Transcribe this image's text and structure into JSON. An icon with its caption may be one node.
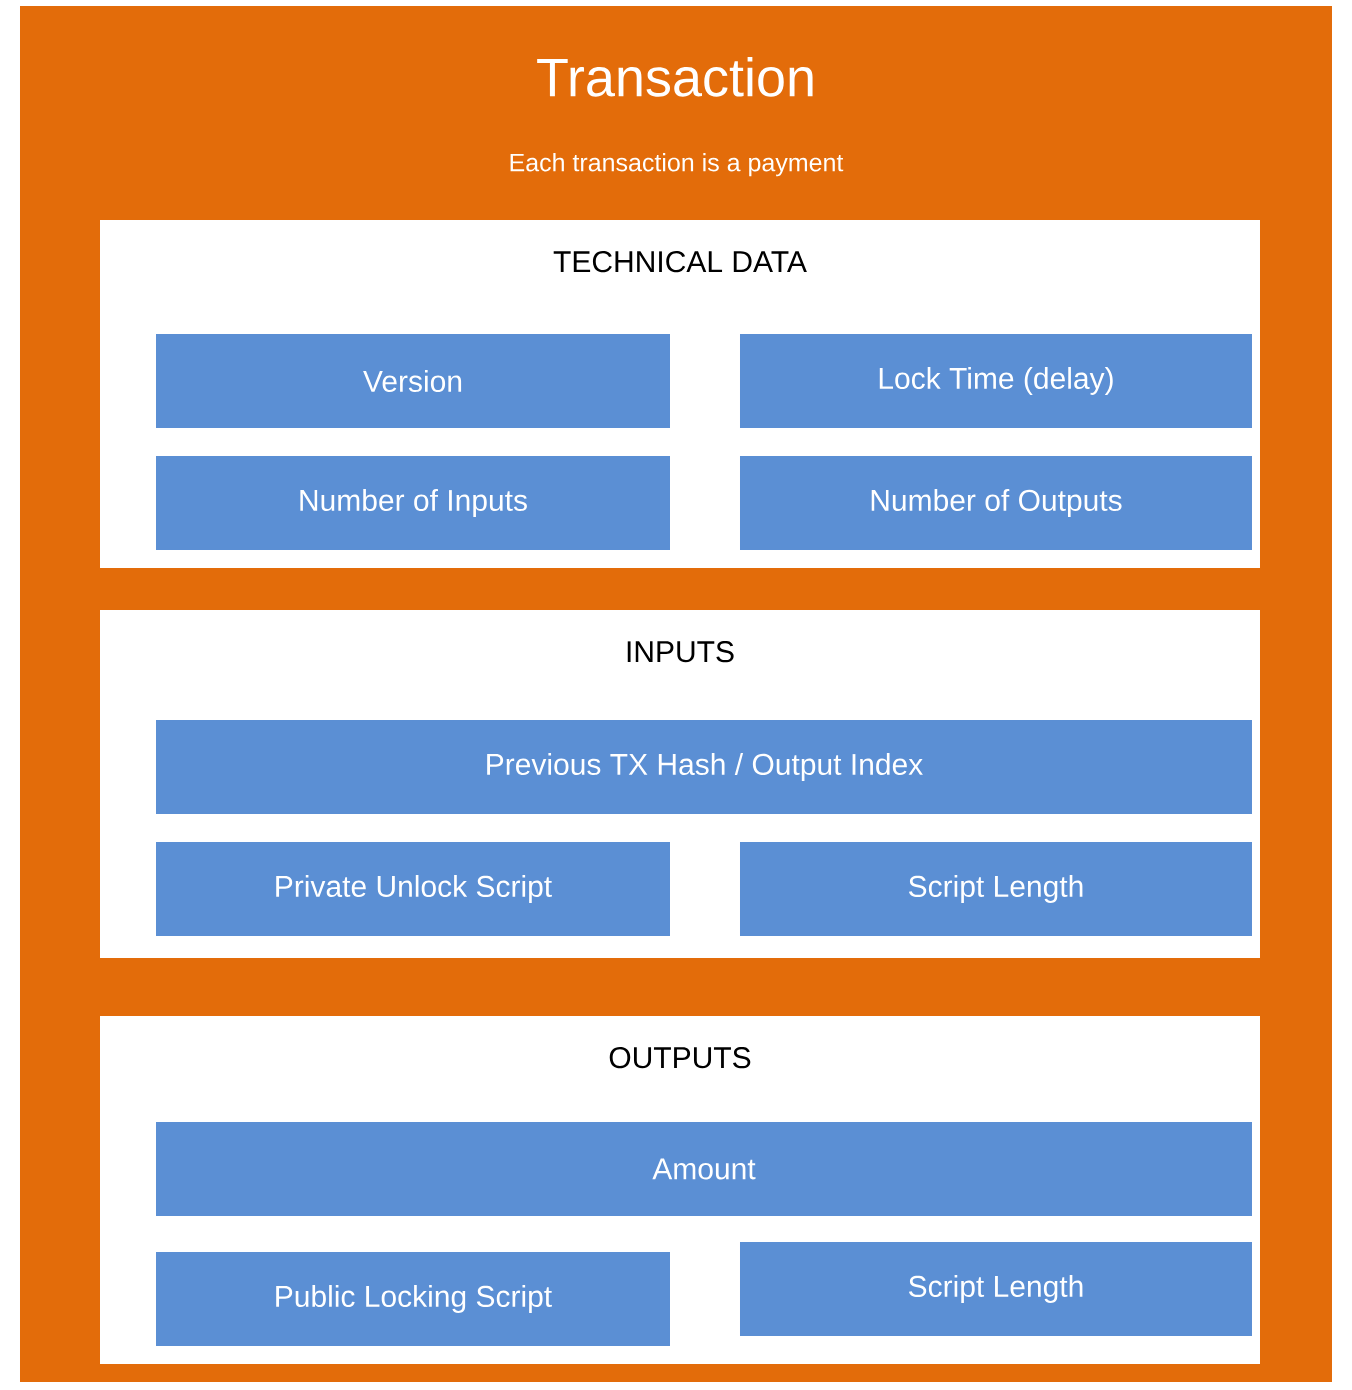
{
  "diagram": {
    "nodes": [
      {
        "text": [
          "Transaction",
          "Each transaction is a payment"
        ]
      },
      {
        "text": [
          "TECHNICAL DATA"
        ],
        "in": 0
      },
      {
        "text": [
          "Version"
        ],
        "in": 1
      },
      {
        "text": [
          "Lock Time (delay)"
        ],
        "in": 1
      },
      {
        "text": [
          "Number of Inputs"
        ],
        "in": 1
      },
      {
        "text": [
          "Number of Outputs"
        ],
        "in": 1
      },
      {
        "text": [
          "INPUTS"
        ],
        "in": 0
      },
      {
        "text": [
          "Previous TX Hash / Output Index"
        ],
        "in": 6
      },
      {
        "text": [
          "Private Unlock Script"
        ],
        "in": 6
      },
      {
        "text": [
          "Script Length"
        ],
        "in": 6
      },
      {
        "text": [
          "OUTPUTS"
        ],
        "in": 0
      },
      {
        "text": [
          "Amount"
        ],
        "in": 10
      },
      {
        "text": [
          "Public Locking Script"
        ],
        "in": 10
      },
      {
        "text": [
          "Script Length"
        ],
        "in": 10
      }
    ]
  }
}
